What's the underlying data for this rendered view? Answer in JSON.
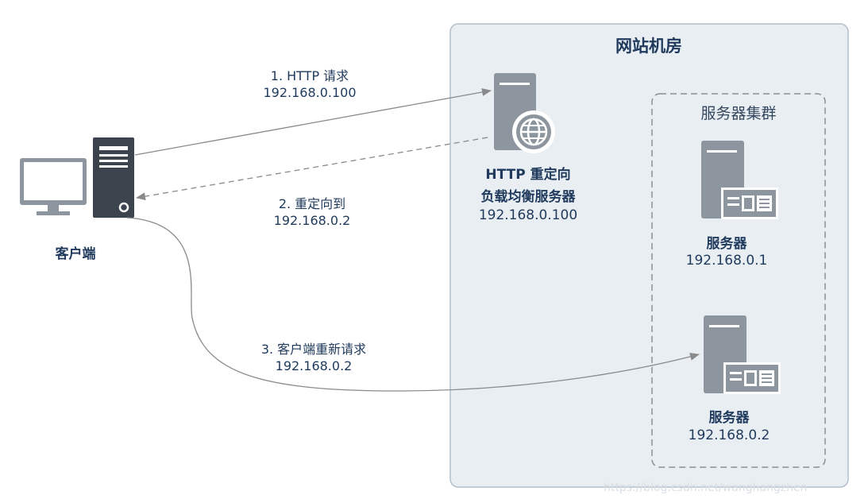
{
  "room": {
    "title": "网站机房"
  },
  "cluster": {
    "title": "服务器集群"
  },
  "client": {
    "label": "客户端"
  },
  "load_balancer": {
    "line1": "HTTP 重定向",
    "line2": "负载均衡服务器",
    "ip": "192.168.0.100"
  },
  "servers": [
    {
      "label": "服务器",
      "ip": "192.168.0.1"
    },
    {
      "label": "服务器",
      "ip": "192.168.0.2"
    }
  ],
  "steps": [
    {
      "line1": "1. HTTP 请求",
      "line2": "192.168.0.100"
    },
    {
      "line1": "2. 重定向到",
      "line2": "192.168.0.2"
    },
    {
      "line1": "3. 客户端重新请求",
      "line2": "192.168.0.2"
    }
  ],
  "watermark": "https://blog.csdn.net/wanghangzhen",
  "colors": {
    "room_fill": "#e9eef3",
    "room_border": "#b4bfca",
    "icon_gray": "#8d969e",
    "text_dark": "#1f3a5c",
    "arrow": "#8a8a8a"
  }
}
